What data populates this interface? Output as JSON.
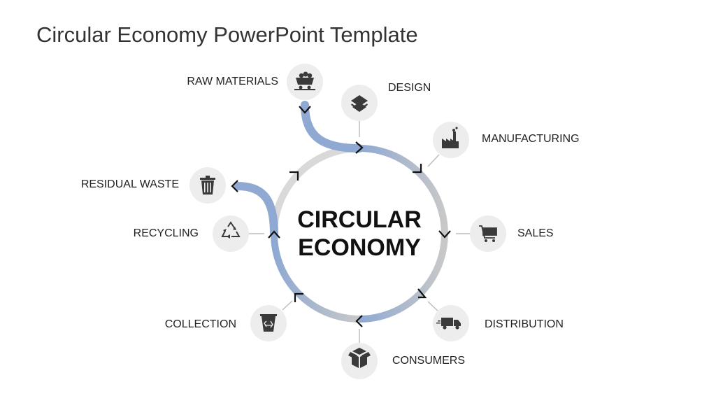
{
  "slide": {
    "title": "Circular Economy PowerPoint Template",
    "center_line1": "CIRCULAR",
    "center_line2": "ECONOMY"
  },
  "stages": [
    {
      "key": "raw-materials",
      "label": "RAW MATERIALS",
      "icon": "mine-cart-icon"
    },
    {
      "key": "design",
      "label": "DESIGN",
      "icon": "layers-icon"
    },
    {
      "key": "manufacturing",
      "label": "MANUFACTURING",
      "icon": "factory-icon"
    },
    {
      "key": "sales",
      "label": "SALES",
      "icon": "shopping-cart-icon"
    },
    {
      "key": "distribution",
      "label": "DISTRIBUTION",
      "icon": "delivery-truck-icon"
    },
    {
      "key": "consumers",
      "label": "CONSUMERS",
      "icon": "package-box-icon"
    },
    {
      "key": "collection",
      "label": "COLLECTION",
      "icon": "recycle-bin-icon"
    },
    {
      "key": "recycling",
      "label": "RECYCLING",
      "icon": "recycle-icon"
    },
    {
      "key": "residual-waste",
      "label": "RESIDUAL WASTE",
      "icon": "trash-can-icon"
    }
  ],
  "colors": {
    "flow_blue": "#8fa9d2",
    "flow_grey": "#c8c8c8",
    "icon_circle": "#ededed",
    "icon": "#3a3a3a",
    "connector": "#bdbdbd",
    "arrow": "#111111"
  }
}
